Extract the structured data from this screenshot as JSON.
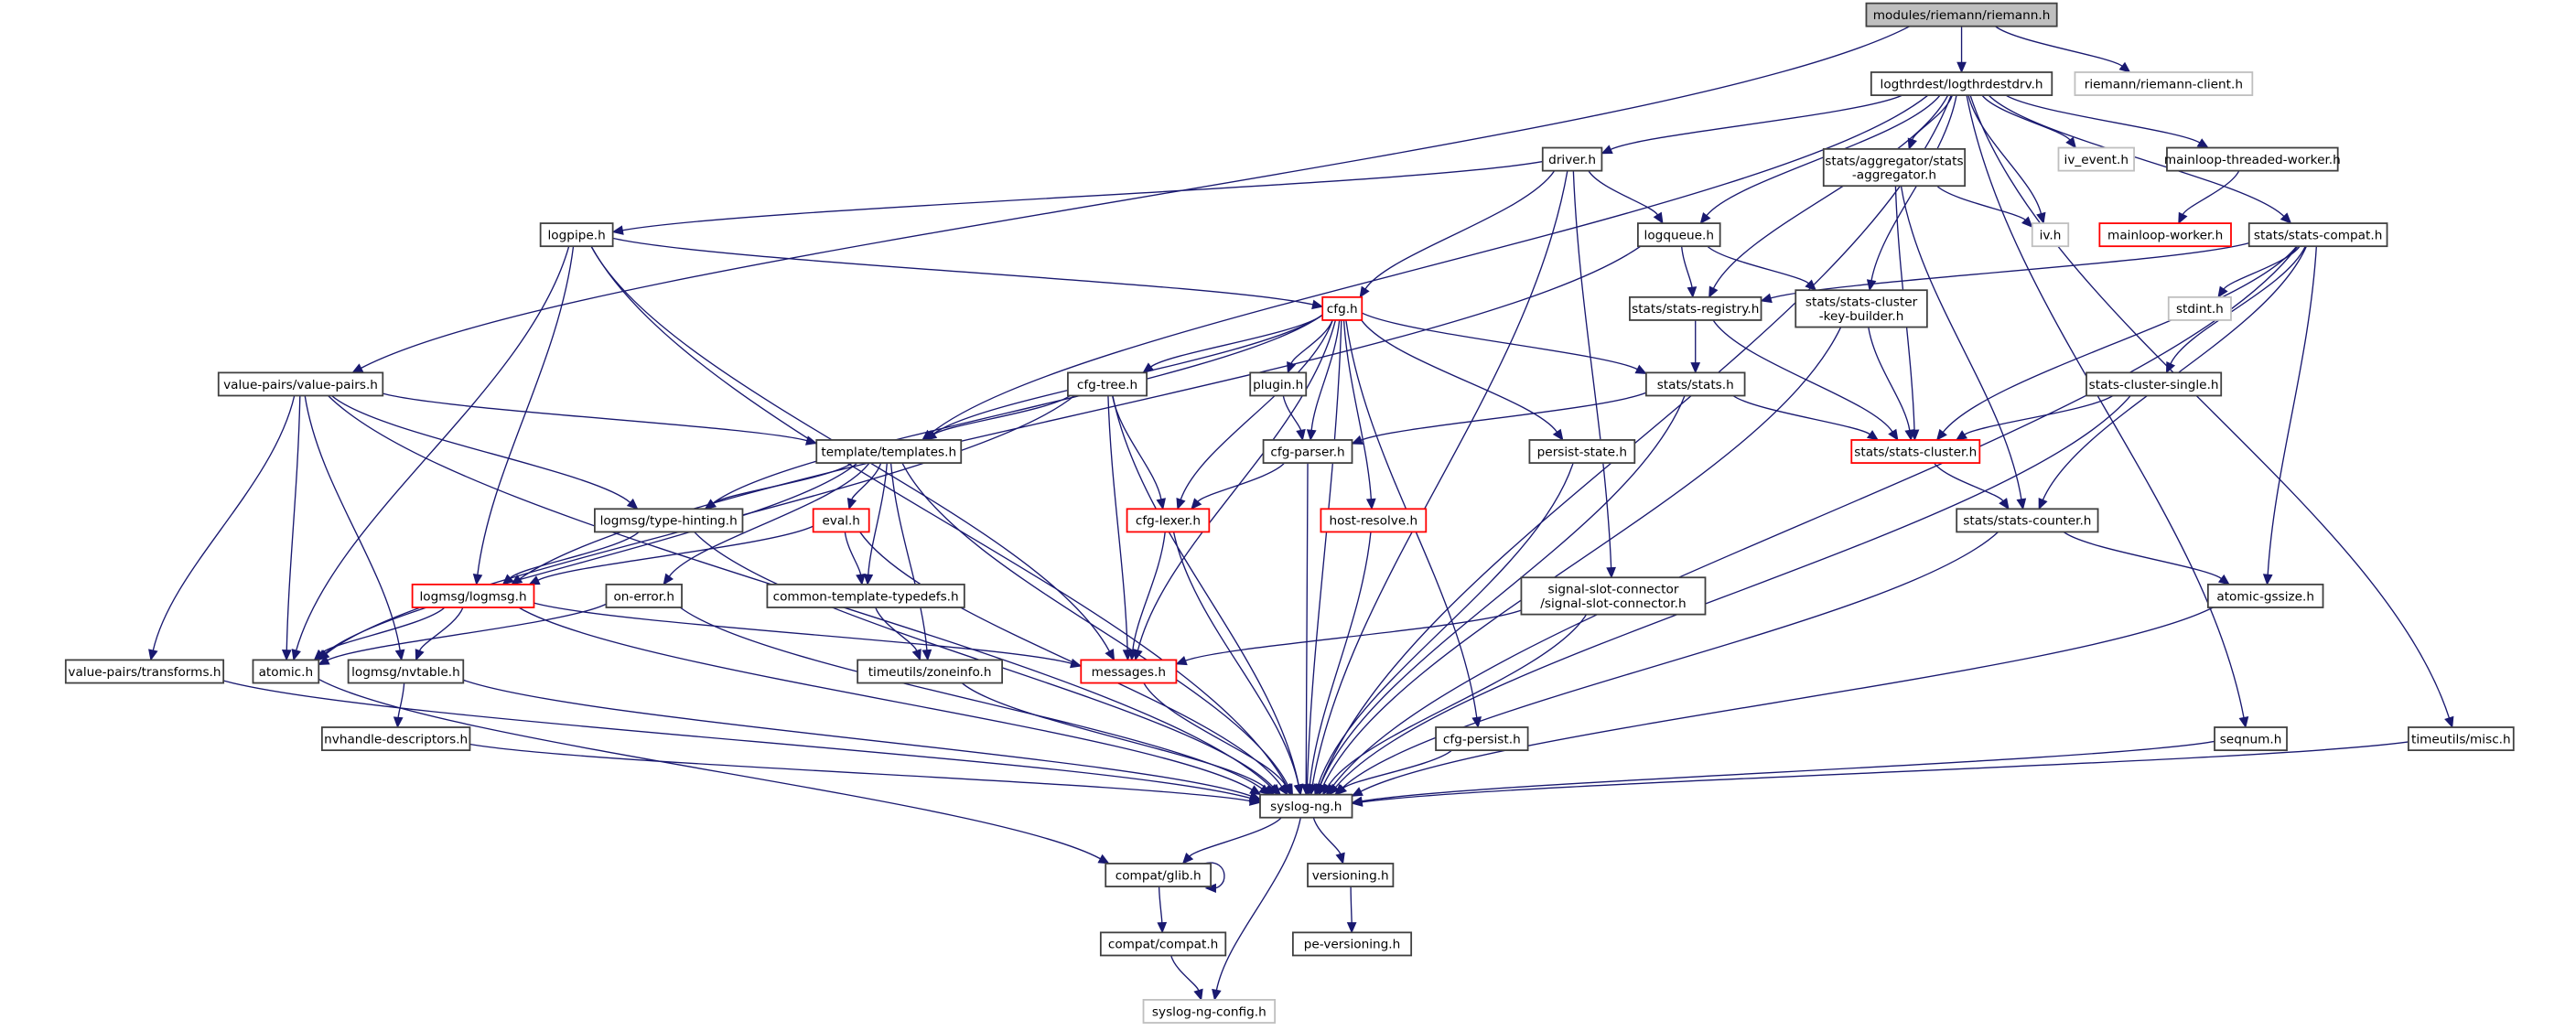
{
  "title": "modules/riemann/riemann.h include dependency graph",
  "colors": {
    "edge": "#191970",
    "root_fill": "#bfbfbf",
    "node_border": "#404040",
    "missing_border": "#bfbfbf",
    "truncated_border": "#ff0000"
  },
  "nodes": [
    {
      "id": "riemann",
      "lines": [
        "modules/riemann/riemann.h"
      ],
      "kind": "root"
    },
    {
      "id": "logthrdestdrv",
      "lines": [
        "logthrdest/logthrdestdrv.h"
      ],
      "kind": "normal"
    },
    {
      "id": "riemann_client",
      "lines": [
        "riemann/riemann-client.h"
      ],
      "kind": "missing"
    },
    {
      "id": "driver",
      "lines": [
        "driver.h"
      ],
      "kind": "normal"
    },
    {
      "id": "stats_aggregator",
      "lines": [
        "stats/aggregator/stats",
        "-aggregator.h"
      ],
      "kind": "normal"
    },
    {
      "id": "iv_event",
      "lines": [
        "iv_event.h"
      ],
      "kind": "missing"
    },
    {
      "id": "mainloop_threaded_worker",
      "lines": [
        "mainloop-threaded-worker.h"
      ],
      "kind": "normal"
    },
    {
      "id": "iv",
      "lines": [
        "iv.h"
      ],
      "kind": "missing"
    },
    {
      "id": "mainloop_worker",
      "lines": [
        "mainloop-worker.h"
      ],
      "kind": "truncated"
    },
    {
      "id": "stats_compat",
      "lines": [
        "stats/stats-compat.h"
      ],
      "kind": "normal"
    },
    {
      "id": "logpipe",
      "lines": [
        "logpipe.h"
      ],
      "kind": "normal"
    },
    {
      "id": "logqueue",
      "lines": [
        "logqueue.h"
      ],
      "kind": "normal"
    },
    {
      "id": "cfg",
      "lines": [
        "cfg.h"
      ],
      "kind": "truncated"
    },
    {
      "id": "stats_registry",
      "lines": [
        "stats/stats-registry.h"
      ],
      "kind": "normal"
    },
    {
      "id": "stats_cluster_key_builder",
      "lines": [
        "stats/stats-cluster",
        "-key-builder.h"
      ],
      "kind": "normal"
    },
    {
      "id": "stdint",
      "lines": [
        "stdint.h"
      ],
      "kind": "missing"
    },
    {
      "id": "value_pairs",
      "lines": [
        "value-pairs/value-pairs.h"
      ],
      "kind": "normal"
    },
    {
      "id": "cfg_tree",
      "lines": [
        "cfg-tree.h"
      ],
      "kind": "normal"
    },
    {
      "id": "plugin",
      "lines": [
        "plugin.h"
      ],
      "kind": "normal"
    },
    {
      "id": "stats",
      "lines": [
        "stats/stats.h"
      ],
      "kind": "normal"
    },
    {
      "id": "stats_cluster_single",
      "lines": [
        "stats-cluster-single.h"
      ],
      "kind": "normal"
    },
    {
      "id": "templates",
      "lines": [
        "template/templates.h"
      ],
      "kind": "normal"
    },
    {
      "id": "cfg_parser",
      "lines": [
        "cfg-parser.h"
      ],
      "kind": "normal"
    },
    {
      "id": "persist_state",
      "lines": [
        "persist-state.h"
      ],
      "kind": "normal"
    },
    {
      "id": "stats_cluster",
      "lines": [
        "stats/stats-cluster.h"
      ],
      "kind": "truncated"
    },
    {
      "id": "type_hinting",
      "lines": [
        "logmsg/type-hinting.h"
      ],
      "kind": "normal"
    },
    {
      "id": "eval",
      "lines": [
        "eval.h"
      ],
      "kind": "truncated"
    },
    {
      "id": "cfg_lexer",
      "lines": [
        "cfg-lexer.h"
      ],
      "kind": "truncated"
    },
    {
      "id": "host_resolve",
      "lines": [
        "host-resolve.h"
      ],
      "kind": "truncated"
    },
    {
      "id": "stats_counter",
      "lines": [
        "stats/stats-counter.h"
      ],
      "kind": "normal"
    },
    {
      "id": "logmsg",
      "lines": [
        "logmsg/logmsg.h"
      ],
      "kind": "truncated"
    },
    {
      "id": "on_error",
      "lines": [
        "on-error.h"
      ],
      "kind": "normal"
    },
    {
      "id": "common_template_typedefs",
      "lines": [
        "common-template-typedefs.h"
      ],
      "kind": "normal"
    },
    {
      "id": "signal_slot_connector",
      "lines": [
        "signal-slot-connector",
        "/signal-slot-connector.h"
      ],
      "kind": "normal"
    },
    {
      "id": "atomic_gssize",
      "lines": [
        "atomic-gssize.h"
      ],
      "kind": "normal"
    },
    {
      "id": "transforms",
      "lines": [
        "value-pairs/transforms.h"
      ],
      "kind": "normal"
    },
    {
      "id": "atomic",
      "lines": [
        "atomic.h"
      ],
      "kind": "normal"
    },
    {
      "id": "nvtable",
      "lines": [
        "logmsg/nvtable.h"
      ],
      "kind": "normal"
    },
    {
      "id": "zoneinfo",
      "lines": [
        "timeutils/zoneinfo.h"
      ],
      "kind": "normal"
    },
    {
      "id": "messages",
      "lines": [
        "messages.h"
      ],
      "kind": "truncated"
    },
    {
      "id": "nvhandle_descriptors",
      "lines": [
        "nvhandle-descriptors.h"
      ],
      "kind": "normal"
    },
    {
      "id": "cfg_persist",
      "lines": [
        "cfg-persist.h"
      ],
      "kind": "normal"
    },
    {
      "id": "seqnum",
      "lines": [
        "seqnum.h"
      ],
      "kind": "normal"
    },
    {
      "id": "timeutils_misc",
      "lines": [
        "timeutils/misc.h"
      ],
      "kind": "normal"
    },
    {
      "id": "syslog_ng",
      "lines": [
        "syslog-ng.h"
      ],
      "kind": "normal"
    },
    {
      "id": "glib",
      "lines": [
        "compat/glib.h"
      ],
      "kind": "normal"
    },
    {
      "id": "versioning",
      "lines": [
        "versioning.h"
      ],
      "kind": "normal"
    },
    {
      "id": "compat",
      "lines": [
        "compat/compat.h"
      ],
      "kind": "normal"
    },
    {
      "id": "pe_versioning",
      "lines": [
        "pe-versioning.h"
      ],
      "kind": "normal"
    },
    {
      "id": "syslog_ng_config",
      "lines": [
        "syslog-ng-config.h"
      ],
      "kind": "missing"
    }
  ],
  "edges": [
    [
      "riemann",
      "logthrdestdrv"
    ],
    [
      "riemann",
      "riemann_client"
    ],
    [
      "riemann",
      "value_pairs"
    ],
    [
      "logthrdestdrv",
      "driver"
    ],
    [
      "logthrdestdrv",
      "stats_aggregator"
    ],
    [
      "logthrdestdrv",
      "iv_event"
    ],
    [
      "logthrdestdrv",
      "mainloop_threaded_worker"
    ],
    [
      "logthrdestdrv",
      "iv"
    ],
    [
      "logthrdestdrv",
      "stats_compat"
    ],
    [
      "logthrdestdrv",
      "logqueue"
    ],
    [
      "logthrdestdrv",
      "stats_registry"
    ],
    [
      "logthrdestdrv",
      "stats_cluster_key_builder"
    ],
    [
      "logthrdestdrv",
      "templates"
    ],
    [
      "logthrdestdrv",
      "seqnum"
    ],
    [
      "logthrdestdrv",
      "timeutils_misc"
    ],
    [
      "logthrdestdrv",
      "syslog_ng"
    ],
    [
      "driver",
      "logpipe"
    ],
    [
      "driver",
      "logqueue"
    ],
    [
      "driver",
      "cfg"
    ],
    [
      "driver",
      "signal_slot_connector"
    ],
    [
      "driver",
      "syslog_ng"
    ],
    [
      "stats_aggregator",
      "iv"
    ],
    [
      "stats_aggregator",
      "stats_cluster"
    ],
    [
      "stats_aggregator",
      "stats_counter"
    ],
    [
      "mainloop_threaded_worker",
      "mainloop_worker"
    ],
    [
      "stats_compat",
      "stdint"
    ],
    [
      "stats_compat",
      "stats_registry"
    ],
    [
      "stats_compat",
      "stats_cluster"
    ],
    [
      "stats_compat",
      "stats_cluster_single"
    ],
    [
      "stats_compat",
      "stats_counter"
    ],
    [
      "stats_compat",
      "atomic_gssize"
    ],
    [
      "stats_compat",
      "syslog_ng"
    ],
    [
      "logpipe",
      "cfg"
    ],
    [
      "logpipe",
      "logmsg"
    ],
    [
      "logpipe",
      "messages"
    ],
    [
      "logpipe",
      "atomic"
    ],
    [
      "logpipe",
      "syslog_ng"
    ],
    [
      "logqueue",
      "stats_registry"
    ],
    [
      "logqueue",
      "stats_cluster_key_builder"
    ],
    [
      "logqueue",
      "logmsg"
    ],
    [
      "cfg",
      "cfg_tree"
    ],
    [
      "cfg",
      "plugin"
    ],
    [
      "cfg",
      "cfg_parser"
    ],
    [
      "cfg",
      "cfg_lexer"
    ],
    [
      "cfg",
      "host_resolve"
    ],
    [
      "cfg",
      "persist_state"
    ],
    [
      "cfg",
      "stats"
    ],
    [
      "cfg",
      "templates"
    ],
    [
      "cfg",
      "type_hinting"
    ],
    [
      "cfg",
      "cfg_persist"
    ],
    [
      "cfg",
      "messages"
    ],
    [
      "cfg",
      "syslog_ng"
    ],
    [
      "stats_registry",
      "stats"
    ],
    [
      "stats_registry",
      "stats_cluster"
    ],
    [
      "stats_cluster_key_builder",
      "stats_cluster"
    ],
    [
      "stats_cluster_key_builder",
      "syslog_ng"
    ],
    [
      "value_pairs",
      "templates"
    ],
    [
      "value_pairs",
      "type_hinting"
    ],
    [
      "value_pairs",
      "transforms"
    ],
    [
      "value_pairs",
      "atomic"
    ],
    [
      "value_pairs",
      "nvtable"
    ],
    [
      "value_pairs",
      "syslog_ng"
    ],
    [
      "cfg_tree",
      "templates"
    ],
    [
      "cfg_tree",
      "cfg_lexer"
    ],
    [
      "cfg_tree",
      "messages"
    ],
    [
      "cfg_tree",
      "atomic"
    ],
    [
      "cfg_tree",
      "syslog_ng"
    ],
    [
      "plugin",
      "cfg_parser"
    ],
    [
      "stats",
      "cfg_parser"
    ],
    [
      "stats",
      "stats_cluster"
    ],
    [
      "stats",
      "syslog_ng"
    ],
    [
      "stats_cluster_single",
      "stats_cluster"
    ],
    [
      "stats_cluster_single",
      "syslog_ng"
    ],
    [
      "templates",
      "type_hinting"
    ],
    [
      "templates",
      "eval"
    ],
    [
      "templates",
      "on_error"
    ],
    [
      "templates",
      "common_template_typedefs"
    ],
    [
      "templates",
      "zoneinfo"
    ],
    [
      "templates",
      "atomic"
    ],
    [
      "templates",
      "syslog_ng"
    ],
    [
      "cfg_parser",
      "cfg_lexer"
    ],
    [
      "cfg_parser",
      "syslog_ng"
    ],
    [
      "persist_state",
      "syslog_ng"
    ],
    [
      "stats_cluster",
      "stats_counter"
    ],
    [
      "type_hinting",
      "logmsg"
    ],
    [
      "type_hinting",
      "syslog_ng"
    ],
    [
      "eval",
      "logmsg"
    ],
    [
      "eval",
      "common_template_typedefs"
    ],
    [
      "eval",
      "syslog_ng"
    ],
    [
      "cfg_lexer",
      "messages"
    ],
    [
      "cfg_lexer",
      "syslog_ng"
    ],
    [
      "host_resolve",
      "syslog_ng"
    ],
    [
      "stats_counter",
      "atomic_gssize"
    ],
    [
      "stats_counter",
      "syslog_ng"
    ],
    [
      "logmsg",
      "atomic"
    ],
    [
      "logmsg",
      "nvtable"
    ],
    [
      "logmsg",
      "messages"
    ],
    [
      "logmsg",
      "syslog_ng"
    ],
    [
      "on_error",
      "atomic"
    ],
    [
      "on_error",
      "syslog_ng"
    ],
    [
      "common_template_typedefs",
      "zoneinfo"
    ],
    [
      "signal_slot_connector",
      "messages"
    ],
    [
      "signal_slot_connector",
      "syslog_ng"
    ],
    [
      "atomic_gssize",
      "syslog_ng"
    ],
    [
      "transforms",
      "syslog_ng"
    ],
    [
      "atomic",
      "glib"
    ],
    [
      "nvtable",
      "nvhandle_descriptors"
    ],
    [
      "nvtable",
      "syslog_ng"
    ],
    [
      "zoneinfo",
      "syslog_ng"
    ],
    [
      "messages",
      "syslog_ng"
    ],
    [
      "nvhandle_descriptors",
      "syslog_ng"
    ],
    [
      "cfg_persist",
      "syslog_ng"
    ],
    [
      "seqnum",
      "syslog_ng"
    ],
    [
      "timeutils_misc",
      "syslog_ng"
    ],
    [
      "syslog_ng",
      "glib"
    ],
    [
      "syslog_ng",
      "versioning"
    ],
    [
      "syslog_ng",
      "syslog_ng_config"
    ],
    [
      "glib",
      "glib"
    ],
    [
      "glib",
      "compat"
    ],
    [
      "versioning",
      "pe_versioning"
    ],
    [
      "compat",
      "syslog_ng_config"
    ]
  ]
}
